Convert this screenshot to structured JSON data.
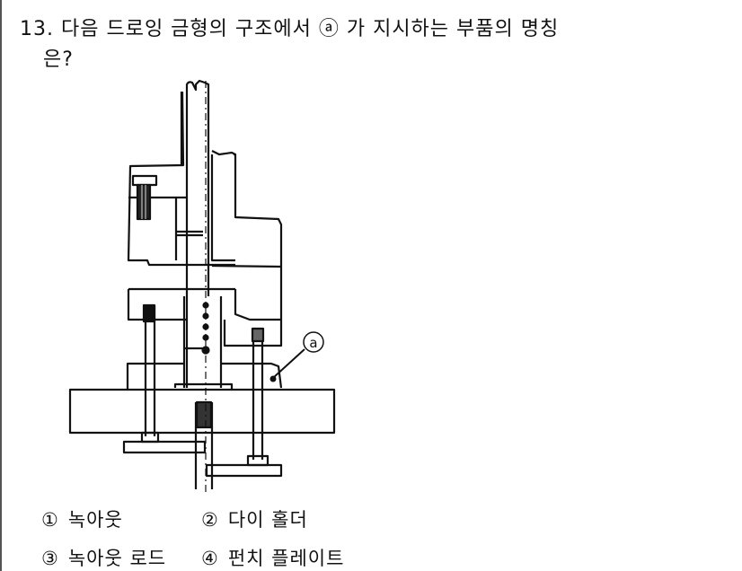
{
  "question": {
    "number": "13.",
    "line1": "다음 드로잉 금형의 구조에서 ⓐ 가 지시하는 부품의 명칭",
    "line2": "은?"
  },
  "diagram": {
    "label": "ⓐ",
    "description": "Drawing die structure cross-section"
  },
  "options": [
    {
      "num": "①",
      "text": "녹아웃"
    },
    {
      "num": "②",
      "text": "다이 홀더"
    },
    {
      "num": "③",
      "text": "녹아웃 로드"
    },
    {
      "num": "④",
      "text": "펀치 플레이트"
    }
  ]
}
